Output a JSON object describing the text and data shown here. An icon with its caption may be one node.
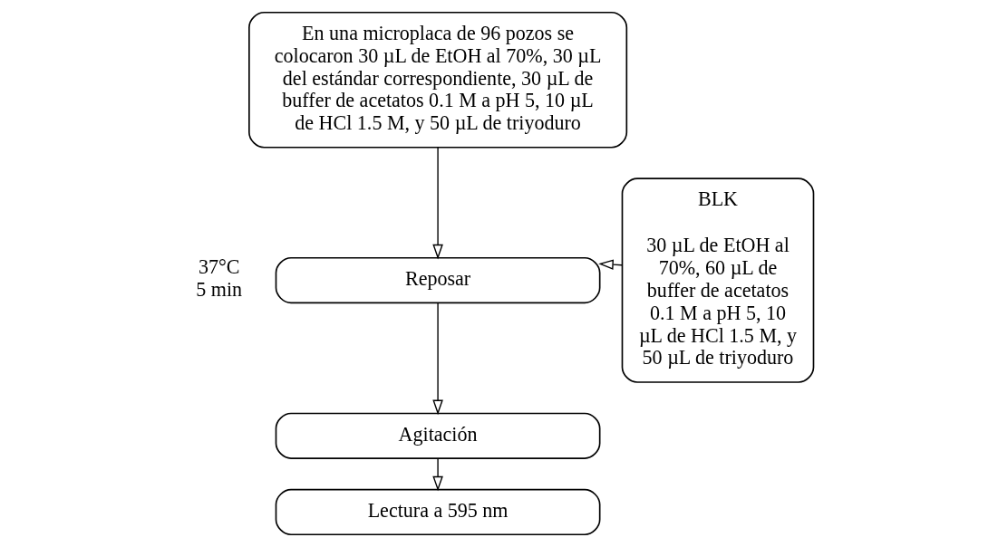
{
  "diagram": {
    "nodes": [
      {
        "text": [
          "En una microplaca de 96 pozos se colocaron 30 µL de EtOH al 70%, 30 µL del estándar correspondiente, 30 µL de buffer de acetatos 0.1 M a pH 5, 10 µL de HCl 1.5 M, y 50 µL de triyoduro"
        ]
      },
      {
        "text": [
          "Reposar"
        ],
        "beside": [
          "37°C 5 min"
        ]
      },
      {
        "text": [
          "Agitación"
        ]
      },
      {
        "text": [
          "Lectura a 595 nm"
        ]
      },
      {
        "text": [
          "BLK",
          "30 µL de EtOH al 70%, 60 µL de buffer de acetatos 0.1 M a pH 5, 10 µL de HCl 1.5 M, y 50 µL de triyoduro"
        ]
      }
    ],
    "edges": [
      {
        "from": 0,
        "to": 1,
        "arrow": "to"
      },
      {
        "from": 1,
        "to": 2,
        "arrow": "to"
      },
      {
        "from": 2,
        "to": 3,
        "arrow": "to"
      },
      {
        "from": 4,
        "to": 1,
        "arrow": "to"
      }
    ]
  }
}
